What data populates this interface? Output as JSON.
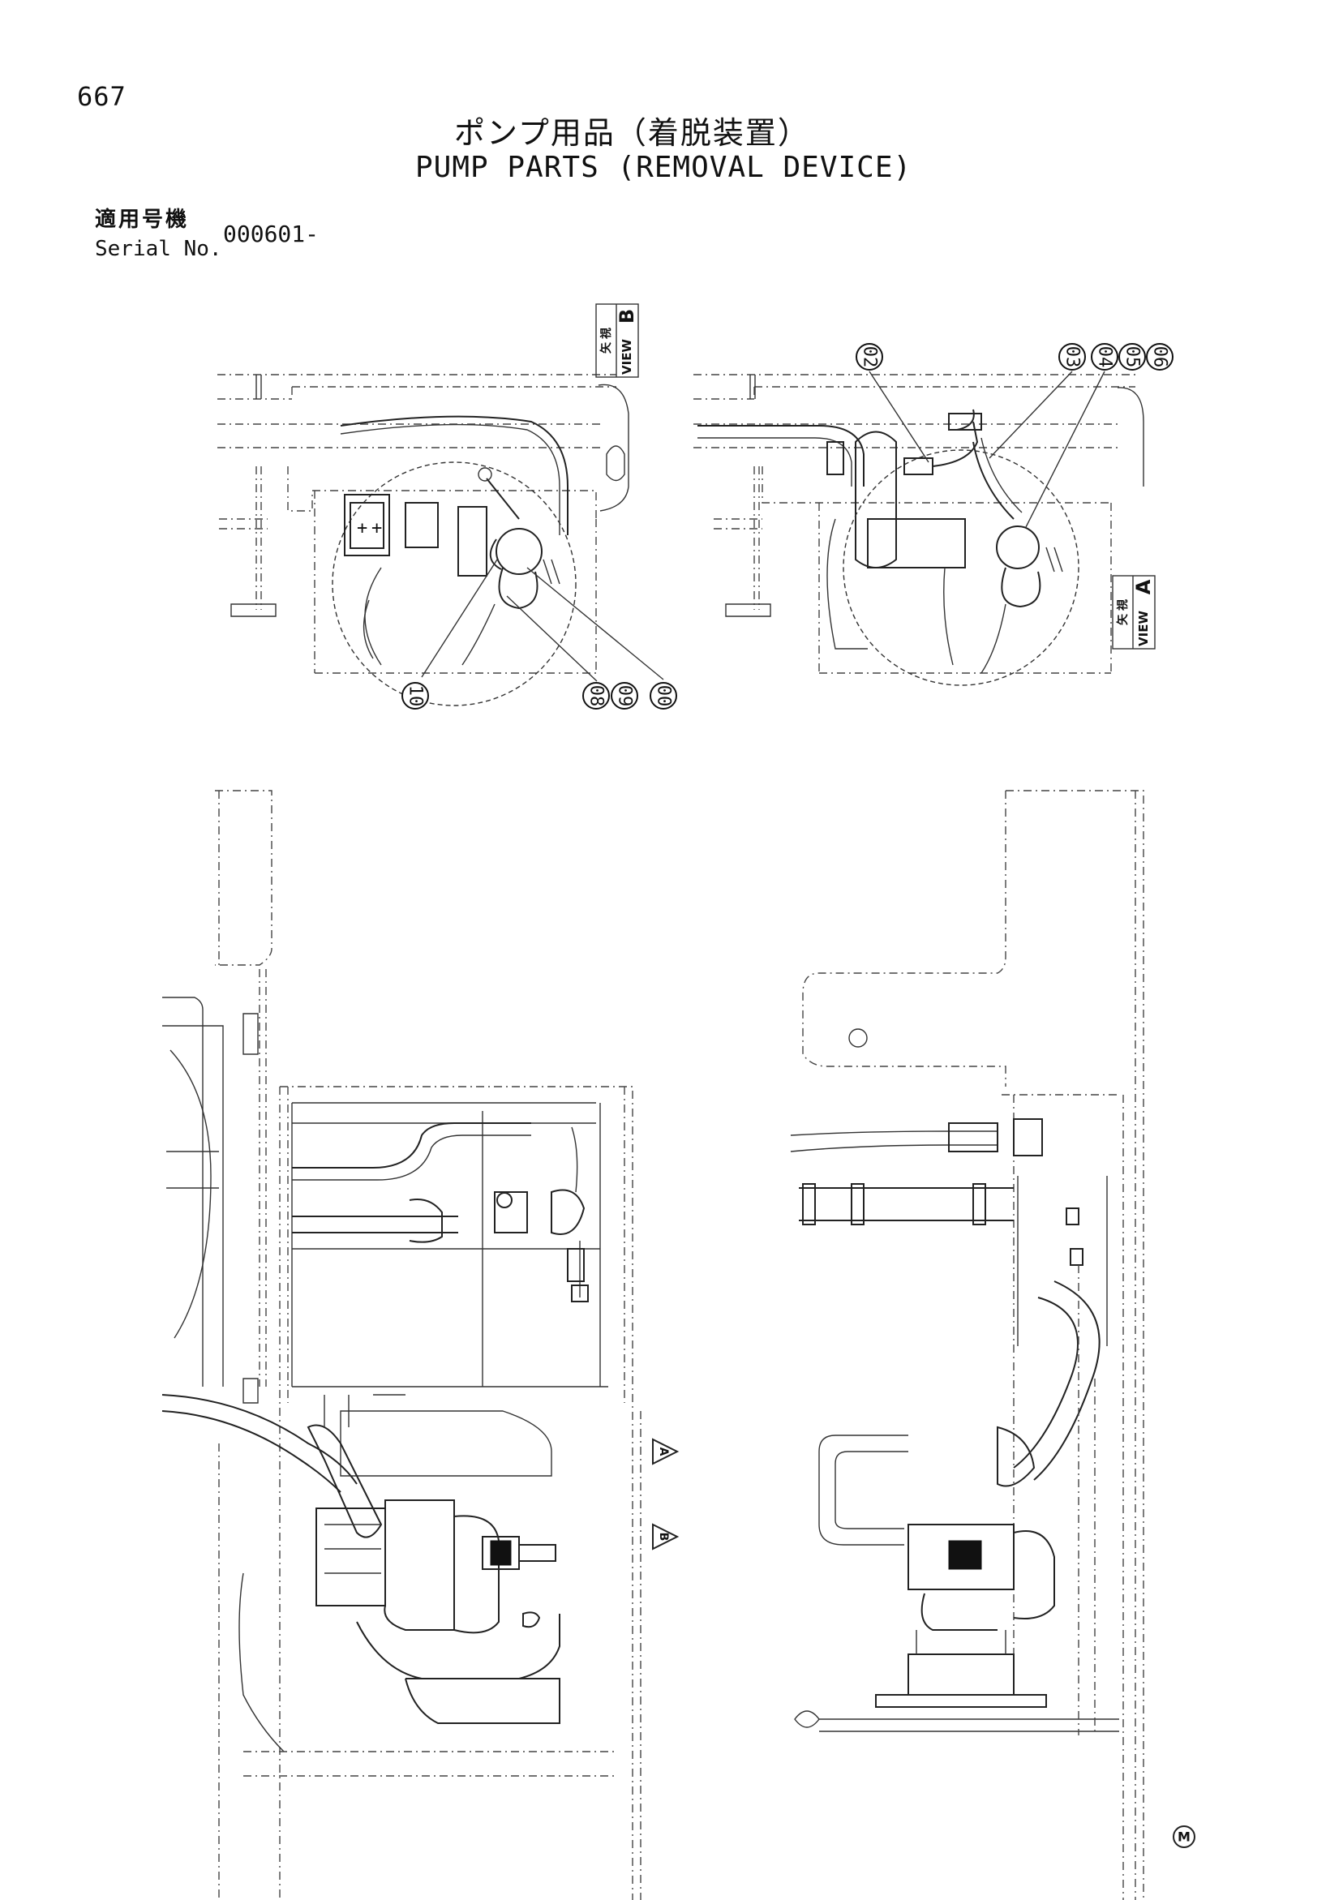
{
  "page": {
    "number": "667",
    "title_jp": "ポンプ用品（着脱装置）",
    "title_en": "PUMP PARTS (REMOVAL DEVICE)",
    "serial_label_jp": "適用号機",
    "serial_label_en": "Serial No.",
    "serial_value": "000601-",
    "footer_mark": "M"
  },
  "views": {
    "view_b": {
      "label_jp_1": "矢",
      "label_jp_2": "視",
      "label_en": "VIEW",
      "letter": "B",
      "callouts": [
        "10",
        "08",
        "09",
        "00"
      ]
    },
    "view_a": {
      "label_jp_1": "矢",
      "label_jp_2": "視",
      "label_en": "VIEW",
      "letter": "A",
      "callouts": [
        "02",
        "03",
        "04",
        "05",
        "06"
      ]
    },
    "arrows": [
      {
        "letter": "A"
      },
      {
        "letter": "B"
      }
    ]
  }
}
